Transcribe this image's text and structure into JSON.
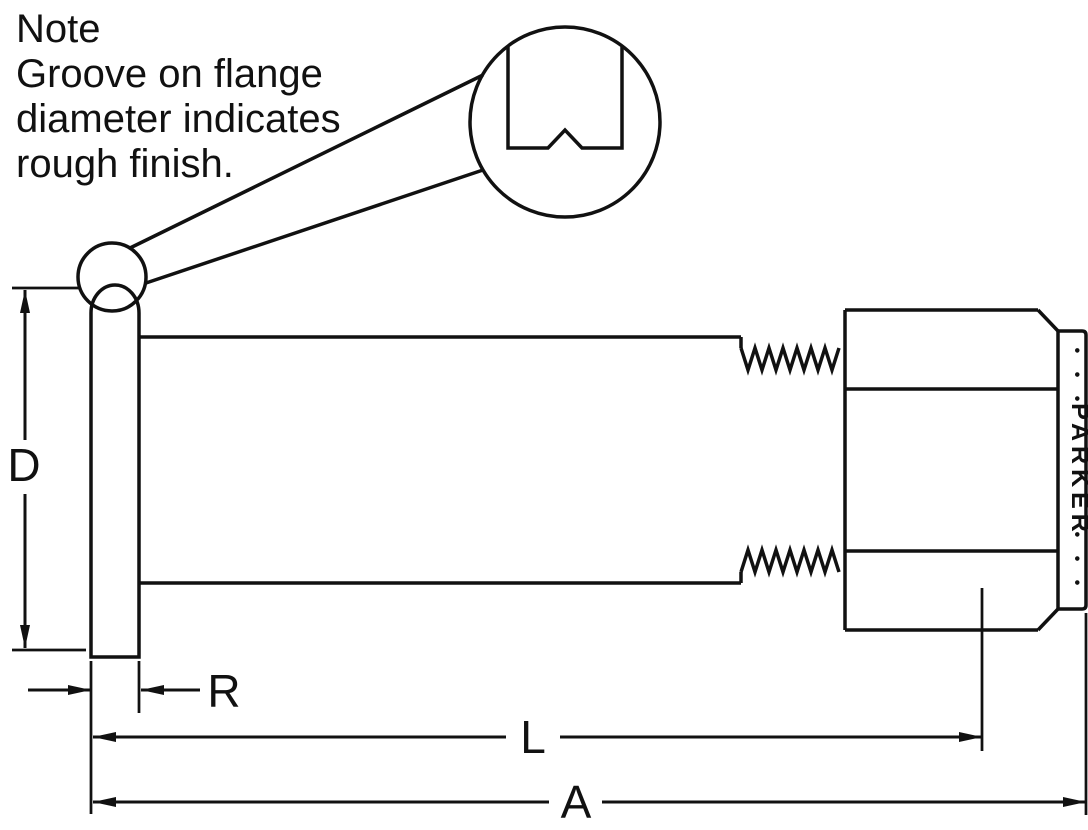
{
  "note": {
    "lines": [
      "Note",
      "Groove on flange",
      "diameter indicates",
      "rough finish."
    ]
  },
  "dimensions": {
    "diameter_label": "D",
    "flange_thickness_label": "R",
    "length_label": "L",
    "overall_length_label": "A"
  },
  "brand": {
    "dots_top": "• • •",
    "name": "PARKER",
    "dots_bottom": "• • •"
  },
  "colors": {
    "line": "#111111",
    "background": "#ffffff"
  }
}
